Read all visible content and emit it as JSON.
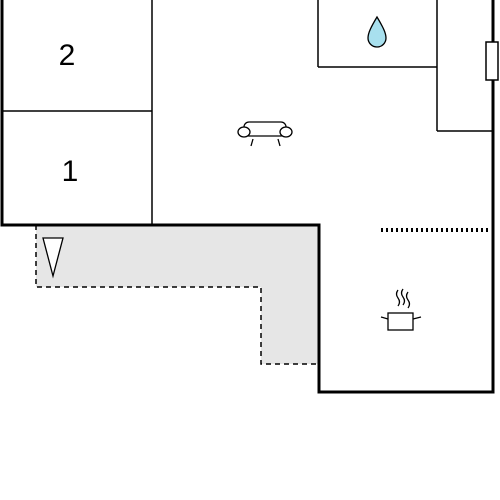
{
  "rooms": [
    {
      "label": "2",
      "type": "bedroom"
    },
    {
      "label": "1",
      "type": "bedroom"
    }
  ],
  "icons": {
    "bathroom": "water-drop-icon",
    "living": "sofa-icon",
    "kitchen": "cooking-pot-icon",
    "terrace": "terrace-triangle-icon",
    "door": "door-icon"
  },
  "colors": {
    "wall": "#000000",
    "terrace": "#e6e6e6",
    "water": "#a8e0ee",
    "background": "#ffffff"
  }
}
